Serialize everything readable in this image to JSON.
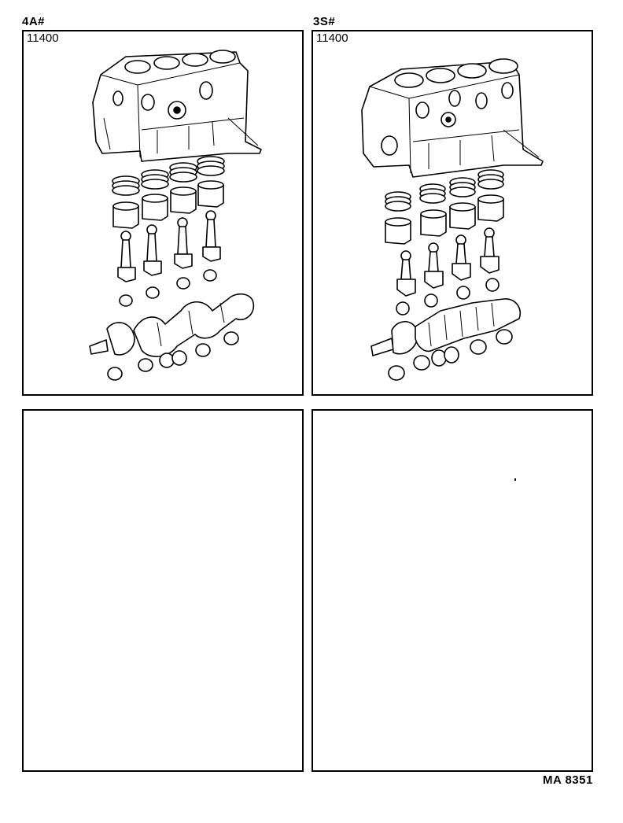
{
  "page": {
    "catalog_number": "MA 8351"
  },
  "panels": [
    {
      "position": "top-left",
      "model": "4A#",
      "part_number": "11400",
      "illustration": "short-block-engine-assembly-4A",
      "components": [
        "cylinder-block",
        "piston-rings",
        "pistons",
        "connecting-rods",
        "connecting-rod-bearings",
        "crankshaft",
        "crankshaft-main-bearings",
        "thrust-washers"
      ]
    },
    {
      "position": "top-right",
      "model": "3S#",
      "part_number": "11400",
      "illustration": "short-block-engine-assembly-3S",
      "components": [
        "cylinder-block",
        "piston-rings",
        "pistons",
        "connecting-rods",
        "connecting-rod-bearings",
        "crankshaft",
        "crankshaft-main-bearings",
        "thrust-washers"
      ]
    },
    {
      "position": "bottom-left",
      "empty": true
    },
    {
      "position": "bottom-right",
      "empty": true
    }
  ]
}
